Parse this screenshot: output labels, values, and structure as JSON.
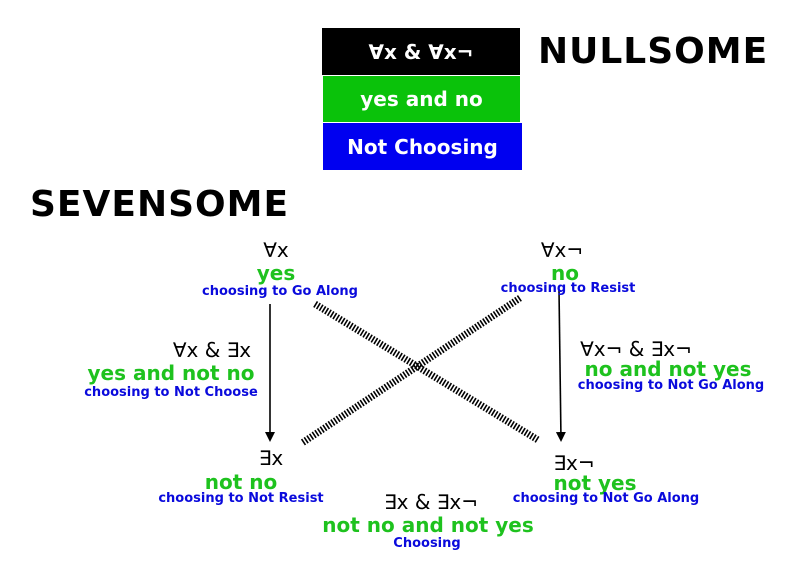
{
  "nullsome": {
    "heading": "NULLSOME",
    "boxes": [
      {
        "text": "∀x & ∀x¬",
        "color": "#000000"
      },
      {
        "text": "yes and no",
        "color": "#0ac20a"
      },
      {
        "text": "Not Choosing",
        "color": "#0000f0"
      }
    ]
  },
  "sevensome": {
    "heading": "SEVENSOME",
    "nodes": {
      "all_x": {
        "logic": "∀x",
        "answer": "yes",
        "choice": "choosing to Go Along"
      },
      "all_not_x": {
        "logic": "∀x¬",
        "answer": "no",
        "choice": "choosing to Resist"
      },
      "all_and_exists": {
        "logic": "∀x & ∃x",
        "answer": "yes and not no",
        "choice": "choosing to Not Choose"
      },
      "all_not_and_exists_not": {
        "logic": "∀x¬ & ∃x¬",
        "answer": "no and not yes",
        "choice": "choosing to Not Go Along"
      },
      "exists_x": {
        "logic": "∃x",
        "answer": "not no",
        "choice": "choosing to Not Resist"
      },
      "exists_not_x": {
        "logic": "∃x¬",
        "answer": "not yes",
        "choice": "choosing to Not Go Along"
      },
      "exists_both": {
        "logic": "∃x & ∃x¬",
        "answer": "not no and not yes",
        "choice": "Choosing"
      }
    }
  }
}
